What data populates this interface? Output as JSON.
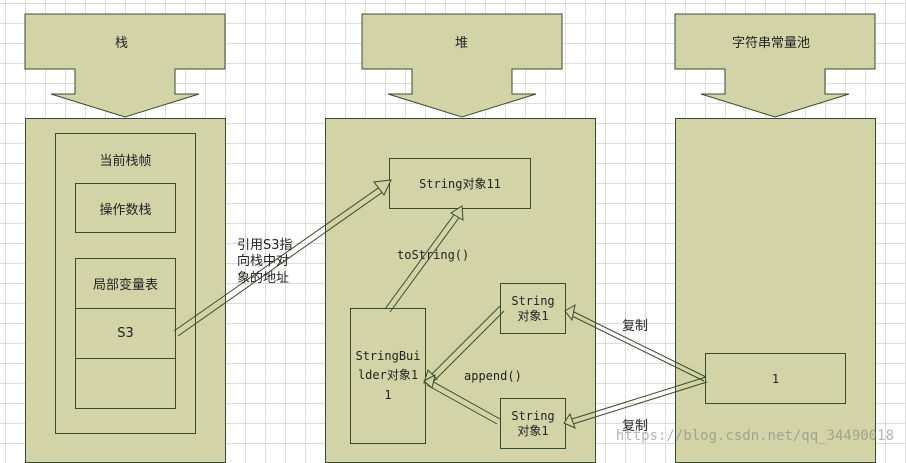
{
  "columns": {
    "stack": {
      "header": "栈"
    },
    "heap": {
      "header": "堆"
    },
    "pool": {
      "header": "字符串常量池"
    }
  },
  "stack_frame": {
    "title": "当前栈帧",
    "operand_stack": "操作数栈",
    "local_var_table": "局部变量表",
    "slot_s3": "S3"
  },
  "heap": {
    "string_obj": "String对象11",
    "builder_obj": "StringBuilder对象11",
    "string1_top": "String 对象1",
    "string1_bottom": "String 对象1"
  },
  "pool": {
    "value": "1"
  },
  "edges": {
    "ref": "引用S3指向栈中对象的地址",
    "to_string": "toString()",
    "append": "append()",
    "copy_top": "复制",
    "copy_bottom": "复制"
  },
  "watermark": "https://blog.csdn.net/qq_34490018"
}
